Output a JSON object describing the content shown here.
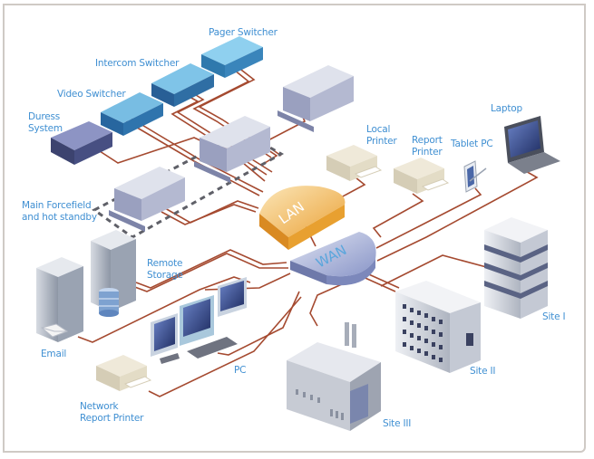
{
  "title": "Network Topology Diagram",
  "colors": {
    "label": "#3f8fd2",
    "cable": "#a54a30",
    "lan_hub": "#f0a838",
    "wan_hub": "#8b97c9",
    "frame": "#cfcac5",
    "standby_dash": "#5f6068"
  },
  "hubs": {
    "lan": "LAN",
    "wan": "WAN"
  },
  "nodes": {
    "pager_switcher": "Pager Switcher",
    "intercom_switcher": "Intercom Switcher",
    "video_switcher": "Video Switcher",
    "duress_system": "Duress\nSystem",
    "main_forcefield": "Main Forcefield\nand hot standby",
    "remote_storage": "Remote\nStorage",
    "email": "Email",
    "pc": "PC",
    "network_report_printer": "Network\nReport Printer",
    "local_printer": "Local\nPrinter",
    "report_printer": "Report\nPrinter",
    "tablet_pc": "Tablet PC",
    "laptop": "Laptop",
    "site_1": "Site I",
    "site_2": "Site II",
    "site_3": "Site III"
  },
  "icons": {
    "pager_switcher": "switch-box-icon",
    "intercom_switcher": "switch-box-icon",
    "video_switcher": "switch-box-icon",
    "duress_system": "switch-box-icon",
    "forcefield_servers": "rack-server-icon",
    "remote_storage": "tower-server-icon",
    "database": "database-icon",
    "email": "tower-server-icon",
    "envelope": "envelope-icon",
    "pc": "multi-monitor-workstation-icon",
    "printers": "printer-icon",
    "tablet": "tablet-icon",
    "laptop": "laptop-icon",
    "site_1": "office-tower-icon",
    "site_2": "office-building-icon",
    "site_3": "factory-icon"
  }
}
